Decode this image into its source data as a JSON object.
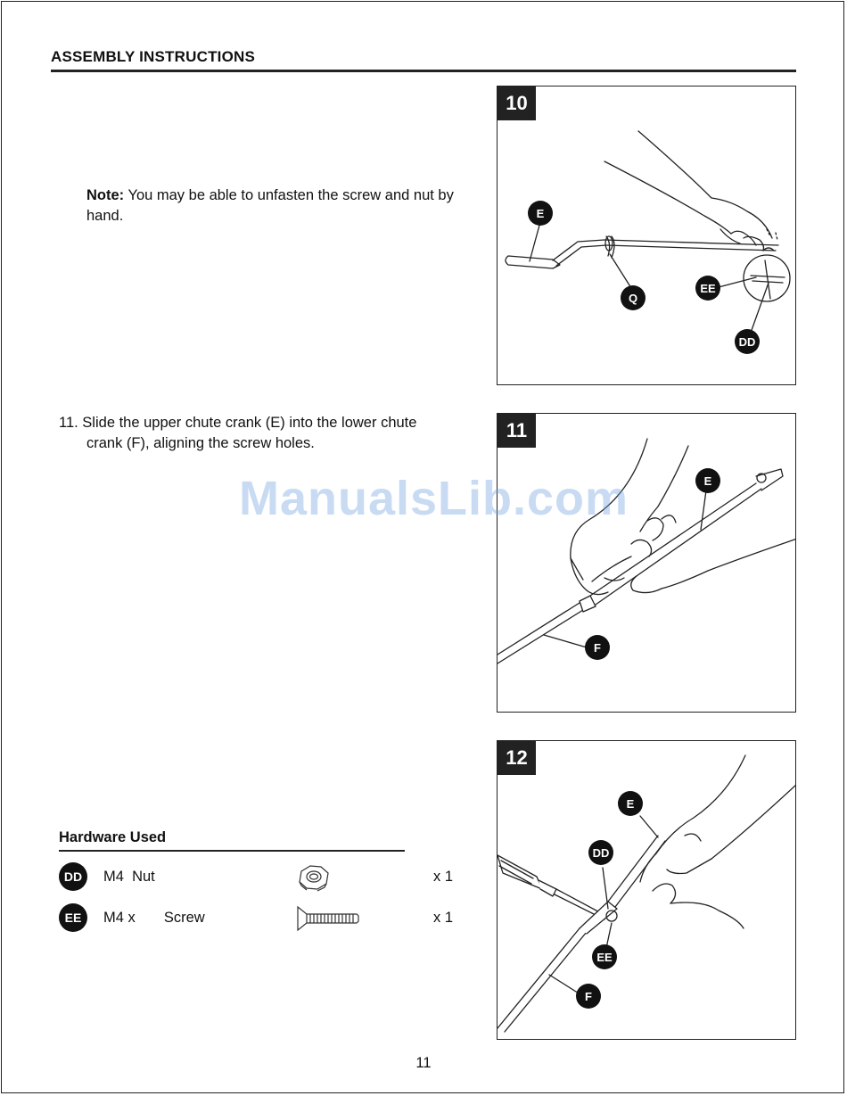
{
  "header": {
    "title": "ASSEMBLY INSTRUCTIONS"
  },
  "note": {
    "label": "Note:",
    "text": " You may be able to unfasten the screw and nut by hand."
  },
  "steps": [
    {
      "number": "10",
      "callouts": [
        "E",
        "Q",
        "EE",
        "DD"
      ]
    },
    {
      "number": "11",
      "text_num": "11.",
      "text_line1": " Slide the upper chute crank (E) into the lower chute",
      "text_line2": "crank (F), aligning the screw holes.",
      "callouts": [
        "E",
        "F"
      ]
    },
    {
      "number": "12",
      "callouts": [
        "E",
        "DD",
        "EE",
        "F"
      ]
    }
  ],
  "watermark": "ManualsLib.com",
  "hardware": {
    "title": "Hardware Used",
    "items": [
      {
        "code": "DD",
        "description": "M4  Nut",
        "icon": "nut-icon",
        "qty": "x 1"
      },
      {
        "code": "EE",
        "description": "M4 x       Screw",
        "icon": "screw-icon",
        "qty": "x 1"
      }
    ]
  },
  "page_number": "11"
}
